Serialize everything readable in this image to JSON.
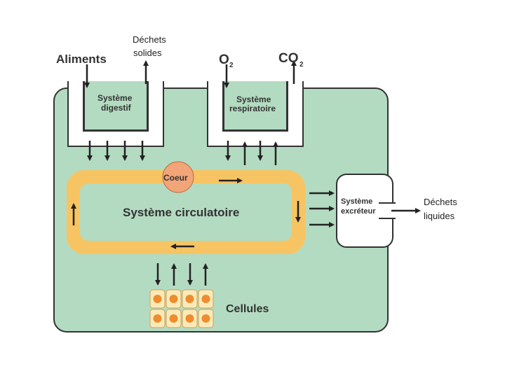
{
  "labels": {
    "aliments": "Aliments",
    "dechets_solides_1": "Déchets",
    "dechets_solides_2": "solides",
    "o2": "O",
    "o2_sub": "2",
    "co2": "CO",
    "co2_sub": "2",
    "digestif_1": "Système",
    "digestif_2": "digestif",
    "respiratoire_1": "Système",
    "respiratoire_2": "respiratoire",
    "coeur": "Coeur",
    "circulatoire": "Système circulatoire",
    "excreteur_1": "Système",
    "excreteur_2": "excréteur",
    "dechets_liquides_1": "Déchets",
    "dechets_liquides_2": "liquides",
    "cellules": "Cellules"
  },
  "colors": {
    "body_fill": "#b3dbc1",
    "circulation": "#f7c463",
    "organ_fill": "#ffffff",
    "coeur": "#f1a578",
    "nucleus": "#ee8c2f",
    "cell_fill": "#fbeab8",
    "stroke": "#333333"
  }
}
